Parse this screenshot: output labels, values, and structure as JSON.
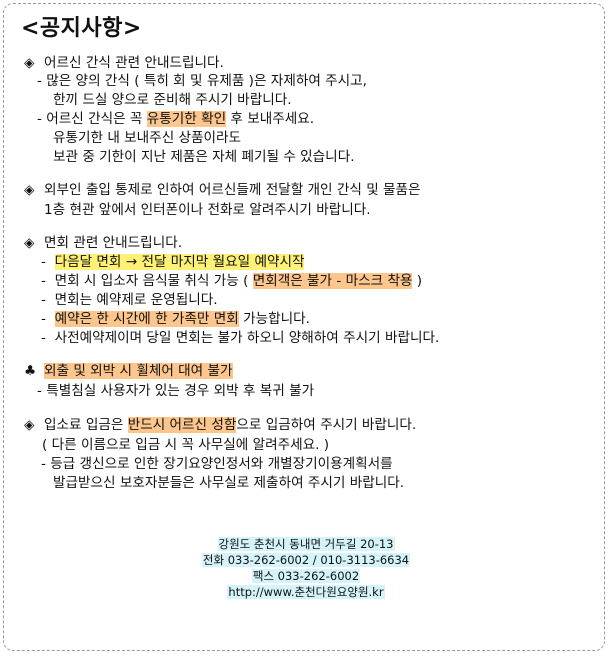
{
  "title": "<공지사항>",
  "sections": {
    "snacks": {
      "marker": "◈",
      "heading": "어르신 간식 관련 안내드립니다.",
      "l1": "-  많은 양의 간식 ( 특히 회 및 유제품 )은 자제하여 주시고,",
      "l2": "한끼 드실 양으로 준비해 주시기 바랍니다.",
      "l3_pre": "-  어르신 간식은 꼭 ",
      "l3_hl": "유통기한 확인",
      "l3_post": " 후 보내주세요.",
      "l4": "유통기한 내 보내주신 상품이라도",
      "l5": "보관 중 기한이 지난 제품은 자체 폐기될 수 있습니다."
    },
    "outsiders": {
      "marker": "◈",
      "l1": "외부인 출입 통제로 인하여 어르신들께 전달할 개인 간식 및 물품은",
      "l2": "1층 현관 앞에서 인터폰이나 전화로 알려주시기 바랍니다."
    },
    "visits": {
      "marker": "◈",
      "heading": "면회 관련 안내드립니다.",
      "dash": "-",
      "l1_hl": "다음달 면회 → 전달 마지막 월요일 예약시작",
      "l2_pre": "면회 시 입소자 음식물 취식 가능 ( ",
      "l2_hl": "면회객은 불가 - 마스크 착용",
      "l2_post": " )",
      "l3": "면회는 예약제로 운영됩니다.",
      "l4_hl": "예약은 한 시간에 한 가족만 면회",
      "l4_post": " 가능합니다.",
      "l5": "사전예약제이며 당일 면회는 불가 하오니 양해하여 주시기 바랍니다."
    },
    "outing": {
      "marker": "♣",
      "l1_hl": "외출 및 외박 시 휠체어 대여 불가",
      "l2": "-  특별침실 사용자가 있는 경우 외박 후 복귀 불가"
    },
    "fees": {
      "marker": "◈",
      "l1_pre": "입소료 입금은 ",
      "l1_hl": "반드시 어르신 성함",
      "l1_post": "으로 입금하여 주시기 바랍니다.",
      "l2": "( 다른 이름으로 입금 시 꼭 사무실에 알려주세요. )",
      "l3": "- 등급 갱신으로 인한 장기요양인정서와 개별장기이용계획서를",
      "l4": "발급받으신 보호자분들은 사무실로 제출하여 주시기 바랍니다."
    }
  },
  "footer": {
    "address": "강원도 춘천시 동내면 거두길 20-13",
    "phone": "전화 033-262-6002 / 010-3113-6634",
    "fax": "팩스 033-262-6002",
    "url": "http://www.춘천다원요양원.kr"
  },
  "colors": {
    "highlight_orange": "#fcc68d",
    "highlight_yellow": "#fff176",
    "footer_highlight": "#d4f4f9",
    "border": "#9a9a9a"
  }
}
